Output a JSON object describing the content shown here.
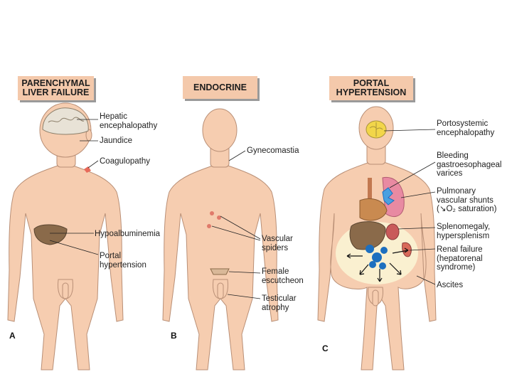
{
  "headers": {
    "a": "PARENCHYMAL\nLIVER FAILURE",
    "b": "ENDOCRINE",
    "c": "PORTAL\nHYPERTENSION"
  },
  "panel_letters": {
    "a": "A",
    "b": "B",
    "c": "C"
  },
  "labels_a": {
    "hepatic_encephalopathy": "Hepatic\nencephalopathy",
    "jaundice": "Jaundice",
    "coagulopathy": "Coagulopathy",
    "hypoalbuminemia": "Hypoalbuminemia",
    "portal_hypertension": "Portal\nhypertension"
  },
  "labels_b": {
    "gynecomastia": "Gynecomastia",
    "vascular_spiders": "Vascular\nspiders",
    "female_escutcheon": "Female\nescutcheon",
    "testicular_atrophy": "Testicular\natrophy"
  },
  "labels_c": {
    "portosystemic_encephalopathy": "Portosystemic\nencephalopathy",
    "bleeding_varices": "Bleeding\ngastroesophageal\nvarices",
    "pulmonary_shunts": "Pulmonary\nvascular shunts\n(↘O₂ saturation)",
    "splenomegaly": "Splenomegaly,\nhypersplenism",
    "renal_failure": "Renal failure\n(hepatorenal\nsyndrome)",
    "ascites": "Ascites"
  },
  "colors": {
    "skin": "#f6cdb0",
    "skin_outline": "#b98f76",
    "header_bg": "#f4c9ab",
    "liver": "#8a6a4a",
    "vessel": "#1d6fbf"
  }
}
